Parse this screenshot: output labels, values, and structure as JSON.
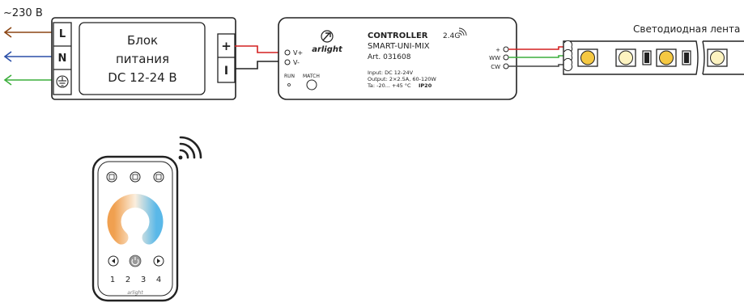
{
  "mains": {
    "voltage_label": "~230 В"
  },
  "power_supply": {
    "terminals": [
      "L",
      "N"
    ],
    "ground_icon": "ground-icon",
    "line1": "Блок",
    "line2": "питания",
    "line3": "DC 12-24 В",
    "out_plus": "+",
    "out_minus": "I"
  },
  "controller": {
    "in_vplus": "V+",
    "in_vminus": "V-",
    "run_label": "RUN",
    "match_label": "MATCH",
    "brand": "arlight",
    "title": "CONTROLLER",
    "model": "SMART-UNI-MIX",
    "art": "Art. 031608",
    "freq": "2.4G",
    "spec_input": "Input: DC 12-24V",
    "spec_output": "Output: 2×2.5A, 60-120W",
    "spec_ta": "Ta: -20... +45 °C",
    "spec_ip": "IP20",
    "out_plus": "+",
    "out_ww": "WW",
    "out_cw": "CW"
  },
  "led_strip": {
    "label": "Светодиодная лента"
  },
  "remote": {
    "zone_numbers": [
      "1",
      "2",
      "3",
      "4"
    ],
    "brand": "arlight"
  },
  "colors": {
    "wire_L": "#8B4513",
    "wire_N": "#2a4fa8",
    "wire_PE": "#3cae3c",
    "wire_plus": "#d42020",
    "wire_ww": "#3cae3c",
    "wire_cw": "#444444",
    "outline": "#222222",
    "led_yellow": "#f5c842",
    "warm": "#f0a050",
    "cool": "#5ab8e8"
  }
}
